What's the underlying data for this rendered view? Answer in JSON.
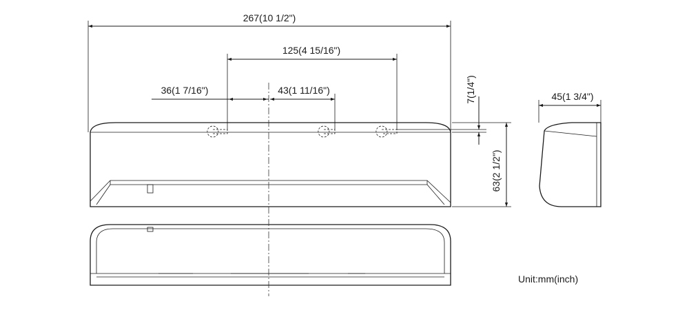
{
  "diagram": {
    "dimensions": {
      "overall_width": "267(10 1/2\")",
      "hole_span": "125(4 15/16\")",
      "left_to_center": "36(1 7/16\")",
      "center_to_middle": "43(1 11/16\")",
      "hole_offset": "7(1/4\")",
      "height": "63(2 1/2\")",
      "depth": "45(1 3/4\")"
    },
    "unit_note": "Unit:mm(inch)"
  }
}
